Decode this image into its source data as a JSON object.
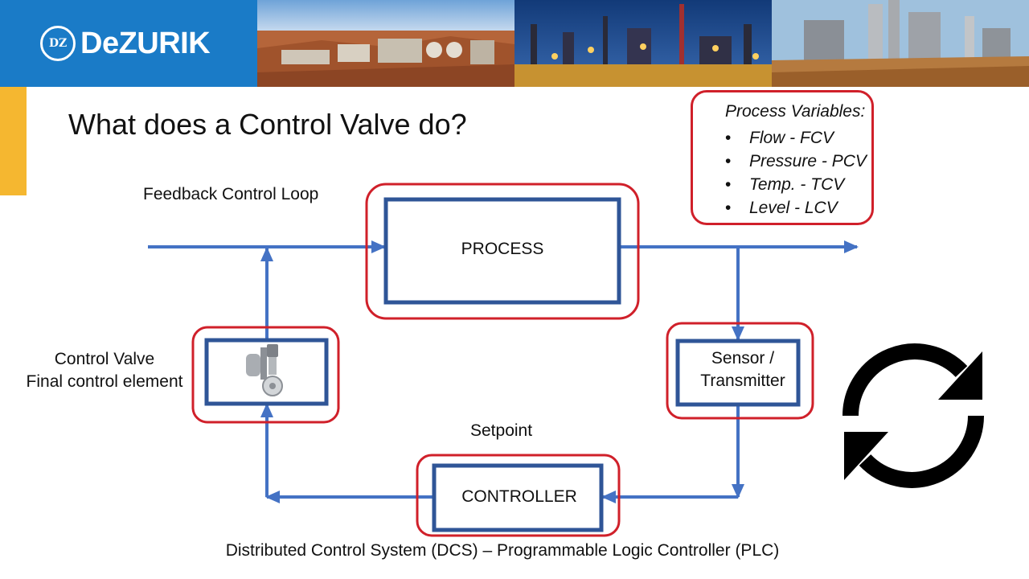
{
  "brand": {
    "logo_text": "DeZURIK",
    "logo_mark": "DZ"
  },
  "slide": {
    "title": "What does a Control Valve do?"
  },
  "process_variables": {
    "heading": "Process Variables:",
    "items": [
      "Flow - FCV",
      "Pressure - PCV",
      "Temp. - TCV",
      "Level - LCV"
    ]
  },
  "diagram": {
    "loop_label": "Feedback Control Loop",
    "process_label": "PROCESS",
    "sensor_label_1": "Sensor /",
    "sensor_label_2": "Transmitter",
    "valve_label_1": "Control Valve",
    "valve_label_2": "Final control element",
    "setpoint_label": "Setpoint",
    "controller_label": "CONTROLLER",
    "footer_label": "Distributed Control System (DCS) – Programmable Logic Controller (PLC)"
  },
  "colors": {
    "banner_blue": "#1a7bc7",
    "accent_yellow": "#f5b730",
    "box_navy": "#2f5597",
    "highlight_red": "#d0202a",
    "arrow_blue": "#4472c4"
  },
  "icons": [
    "dezurik-logo-icon",
    "control-valve-icon",
    "refresh-cycle-icon"
  ]
}
